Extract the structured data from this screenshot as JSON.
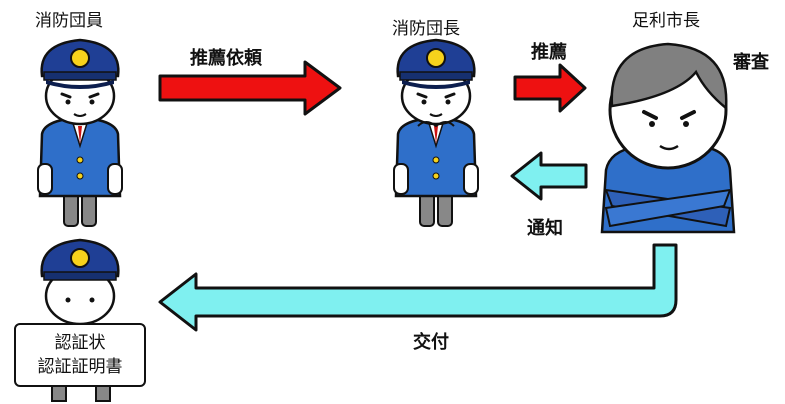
{
  "actors": {
    "member": "消防団員",
    "chief": "消防団長",
    "mayor": "足利市長"
  },
  "steps": {
    "request": "推薦依頼",
    "recommend": "推薦",
    "review": "審査",
    "notify": "通知",
    "issue": "交付"
  },
  "certificate": {
    "line1": "認証状",
    "line2": "認証証明書"
  },
  "colors": {
    "red_arrow": "#ee1111",
    "cyan_arrow": "#7ff0f0",
    "uniform": "#2f6fc9",
    "cap": "#1f3f95",
    "badge": "#f6d21c"
  }
}
